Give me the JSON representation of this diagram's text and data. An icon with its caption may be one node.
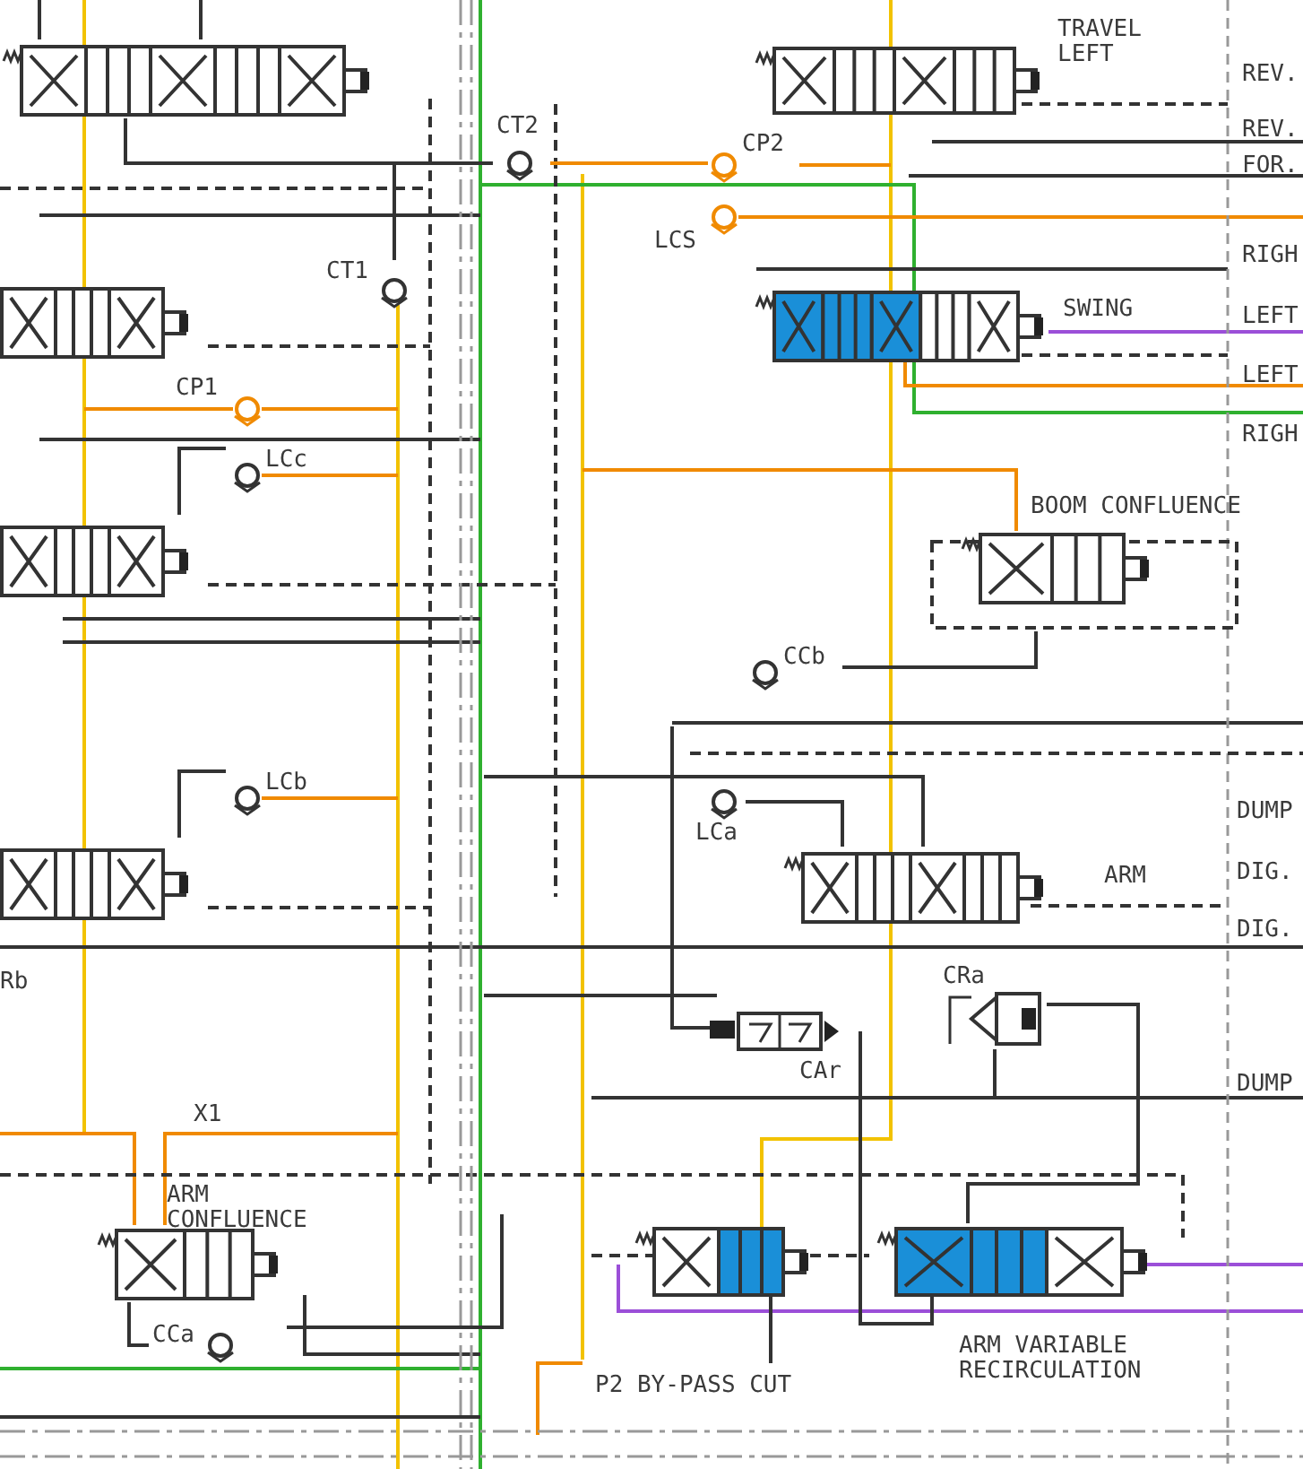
{
  "diagram": {
    "nodes": [
      {
        "text": [],
        "shape": "box"
      },
      {
        "text": [
          "TRAVEL LEFT"
        ]
      },
      {
        "text": [
          "CT2"
        ]
      },
      {
        "text": [
          "CP2"
        ]
      },
      {
        "text": [
          "LCS"
        ]
      },
      {
        "text": [
          "CT1"
        ]
      },
      {
        "text": [],
        "shape": "box"
      },
      {
        "text": [
          "SWING"
        ]
      },
      {
        "text": [
          "CP1"
        ]
      },
      {
        "text": [
          "LCc"
        ]
      },
      {
        "text": [
          "BOOM CONFLUENCE"
        ]
      },
      {
        "text": [],
        "shape": "box"
      },
      {
        "text": [
          "CCb"
        ]
      },
      {
        "text": [
          "LCb"
        ]
      },
      {
        "text": [
          "LCa"
        ]
      },
      {
        "text": [],
        "shape": "box"
      },
      {
        "text": [
          "ARM"
        ]
      },
      {
        "text": [
          "CRa"
        ]
      },
      {
        "text": [
          "CAr"
        ]
      },
      {
        "text": [
          "ARM CONFLUENCE"
        ]
      },
      {
        "text": [
          "CCa"
        ]
      },
      {
        "text": [
          "P2 BY-PASS CUT"
        ]
      },
      {
        "text": [
          "ARM VARIABLE RECIRCULATION"
        ]
      }
    ],
    "edges": [
      {
        "from": 5,
        "to": 0,
        "arrow": "none"
      },
      {
        "from": 12,
        "to": 10,
        "arrow": "none"
      },
      {
        "from": 14,
        "to": 16,
        "arrow": "none"
      },
      {
        "from": 20,
        "to": 19,
        "arrow": "none"
      },
      {
        "from": 0,
        "to": 2,
        "arrow": "none"
      },
      {
        "from": 2,
        "to": 3,
        "arrow": "none",
        "color": "#f08a00"
      },
      {
        "from": 21,
        "to": 22,
        "arrow": "none",
        "style": "dashed"
      },
      {
        "from": 17,
        "to": 22,
        "arrow": "none"
      }
    ],
    "labels": [
      "REV.",
      "REV.",
      "FOR.",
      "RIGH",
      "LEFT",
      "LEFT",
      "RIGH",
      "DUMP",
      "DIG.",
      "DIG.",
      "Rb",
      "DUMP",
      "X1"
    ]
  }
}
